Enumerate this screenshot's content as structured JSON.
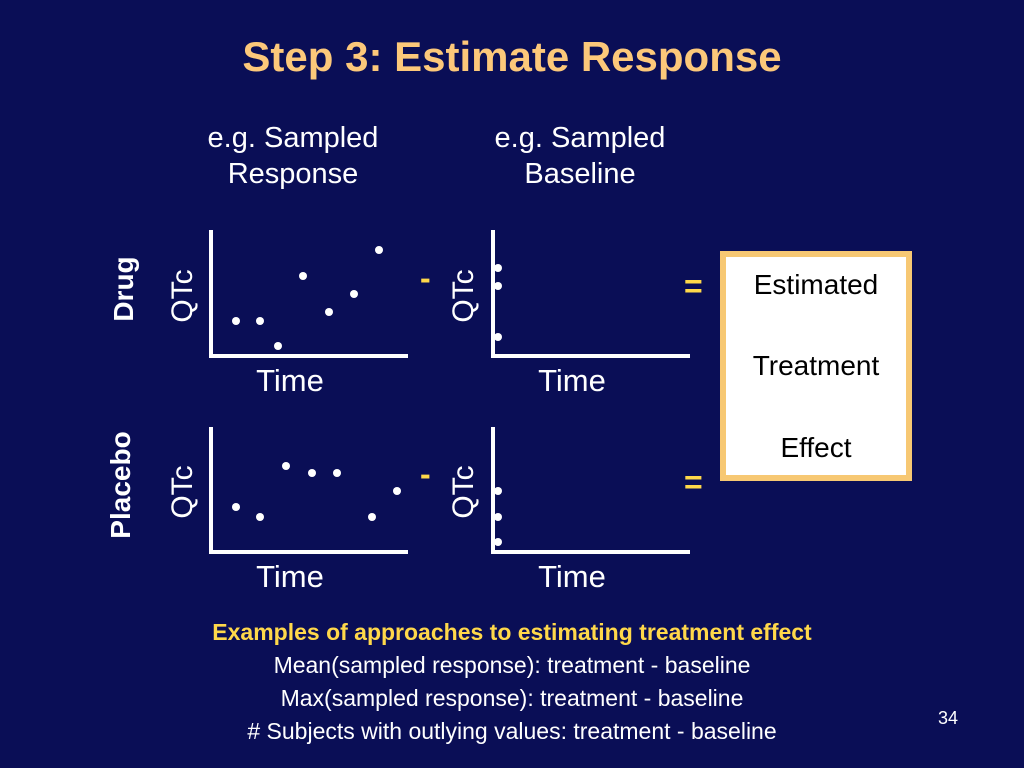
{
  "title": "Step 3: Estimate Response",
  "columns": {
    "response": {
      "line1": "e.g. Sampled",
      "line2": "Response"
    },
    "baseline": {
      "line1": "e.g. Sampled",
      "line2": "Baseline"
    }
  },
  "rows": {
    "drug": "Drug",
    "placebo": "Placebo"
  },
  "axes": {
    "y": "QTc",
    "x": "Time"
  },
  "operators": {
    "minus": "-",
    "equals": "="
  },
  "result": {
    "line1": "Estimated",
    "line2": "Treatment",
    "line3": "Effect"
  },
  "bottom": {
    "heading": "Examples of approaches to estimating treatment effect",
    "items": [
      "Mean(sampled response): treatment - baseline",
      "Max(sampled response): treatment - baseline",
      "# Subjects with outlying values: treatment - baseline"
    ]
  },
  "page_number": "34",
  "colors": {
    "background": "#0a0e56",
    "title": "#fcc87a",
    "accent": "#ffd84a",
    "box_border": "#f7c873"
  }
}
